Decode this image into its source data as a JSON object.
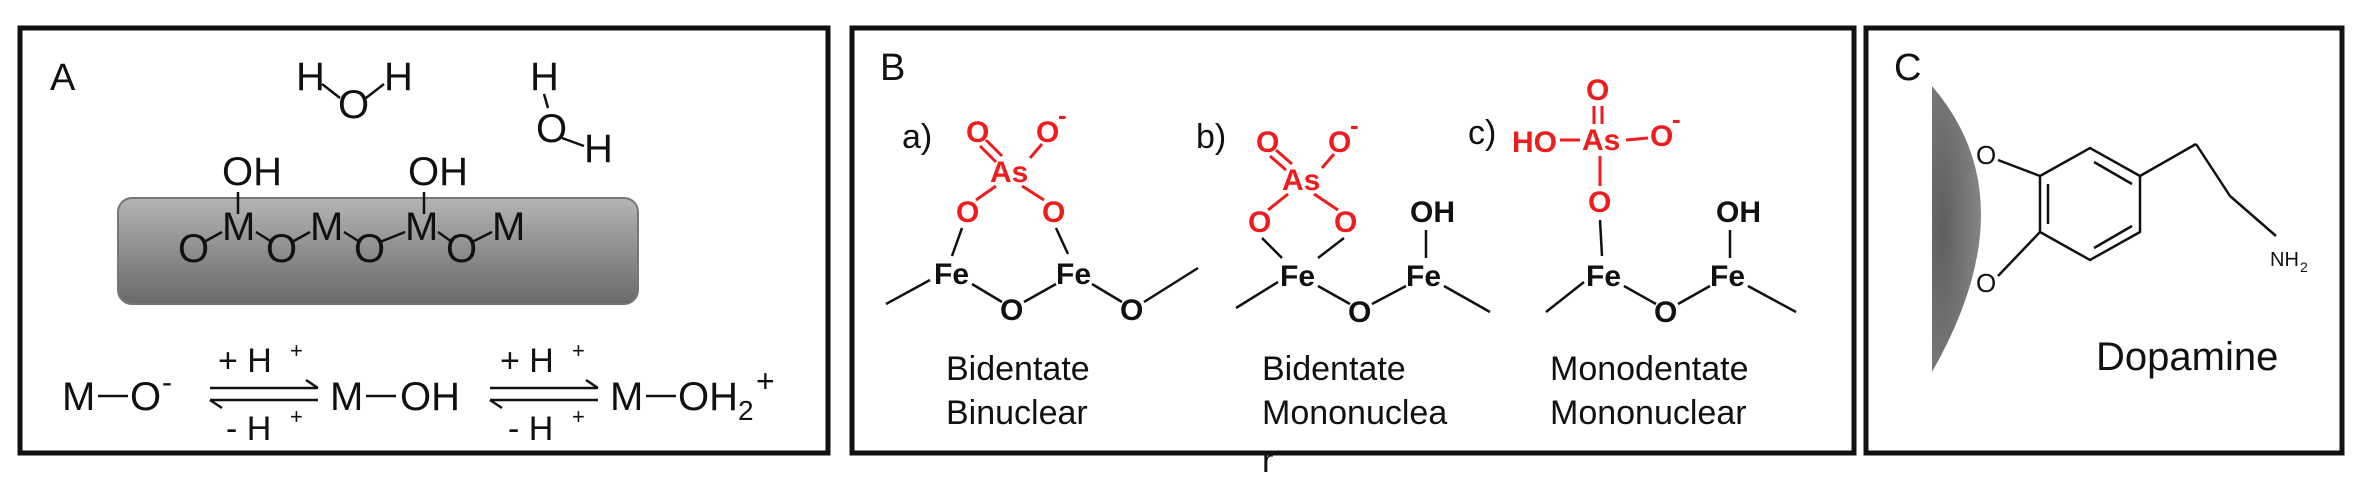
{
  "panels": {
    "A": {
      "label": "A",
      "molecules": [
        "H",
        "O",
        "H",
        "H",
        "O",
        "H"
      ],
      "surface": {
        "oh": [
          "OH",
          "OH"
        ],
        "chain": [
          "O",
          "M",
          "O",
          "M",
          "O",
          "M",
          "O",
          "M"
        ]
      },
      "equilibrium": {
        "species": [
          "M",
          "O",
          "-",
          "M",
          "OH",
          "M",
          "OH",
          "2",
          "+"
        ],
        "arrow1_top": "+ H",
        "arrow1_bottom": "- H",
        "arrow2_top": "+ H",
        "arrow2_bottom": "- H",
        "plus": "+"
      }
    },
    "B": {
      "label": "B",
      "sub_labels": [
        "a)",
        "b)",
        "c)"
      ],
      "captions": [
        [
          "Bidentate",
          "Binuclear"
        ],
        [
          "Bidentate",
          "Mononuclea",
          "r"
        ],
        [
          "Monodentate",
          "Mononuclear"
        ]
      ],
      "atoms": {
        "As": "As",
        "O": "O",
        "Fe": "Fe",
        "OH": "OH",
        "HO": "HO",
        "minus": "-"
      }
    },
    "C": {
      "label": "C",
      "name": "Dopamine",
      "oxygen": "O",
      "amine": "NH",
      "amine_sub": "2"
    }
  },
  "colors": {
    "arsenate": "#ee1c1c",
    "surface": "#8c8c8c",
    "frame": "#111111"
  }
}
